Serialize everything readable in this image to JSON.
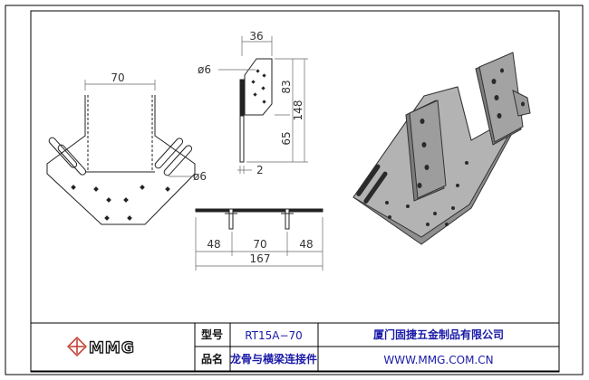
{
  "drawing": {
    "front_view": {
      "width_label": "70",
      "hole_label": "ø6"
    },
    "side_view": {
      "top_width": "36",
      "hole_label": "ø6",
      "upper_height": "83",
      "total_height": "148",
      "lower_height": "65",
      "thickness": "2"
    },
    "bottom_view": {
      "left": "48",
      "middle": "70",
      "right": "48",
      "total": "167"
    }
  },
  "title_block": {
    "logo_text": "MMG",
    "model_label": "型号",
    "model_value": "RT15A−70",
    "name_label": "品名",
    "name_value": "龙骨与横梁连接件",
    "company": "厦门固捷五金制品有限公司",
    "website": "WWW.MMG.COM.CN"
  },
  "colors": {
    "line": "#222222",
    "dim": "#555555",
    "blue": "#1a1aa8",
    "render": "#8f8f8f"
  }
}
